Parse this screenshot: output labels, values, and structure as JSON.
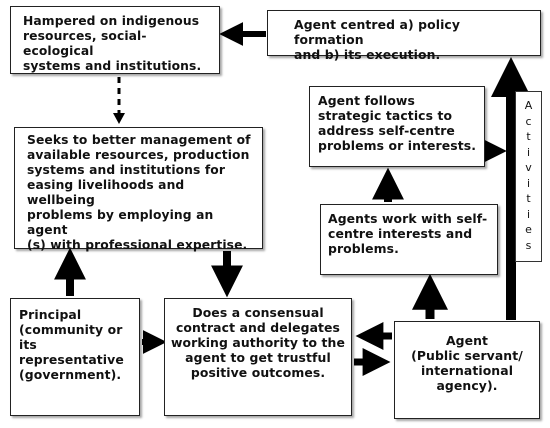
{
  "boxes": {
    "hampered": "Hampered on indigenous\nresources, social-ecological\nsystems and institutions.",
    "agent_policy": "Agent centred a) policy formation\nand b) its execution.",
    "seeks": "Seeks to better management of\navailable resources, production\nsystems and institutions for\neasing livelihoods and wellbeing\nproblems by employing an agent\n(s) with professional expertise.",
    "agent_follows": "Agent follows\nstrategic tactics to\naddress self-centre\nproblems or interests.",
    "agents_work": "Agents work with self-\ncentre interests and\nproblems.",
    "principal": "Principal\n(community or\nits\nrepresentative\n(government).",
    "consensual": "Does a consensual\ncontract and delegates\nworking authority to the\nagent to get trustful\npositive outcomes.",
    "agent": "Agent\n(Public servant/\ninternational\nagency)."
  },
  "side_label": [
    "A",
    "c",
    "t",
    "i",
    "v",
    "i",
    "t",
    "i",
    "e",
    "s"
  ]
}
